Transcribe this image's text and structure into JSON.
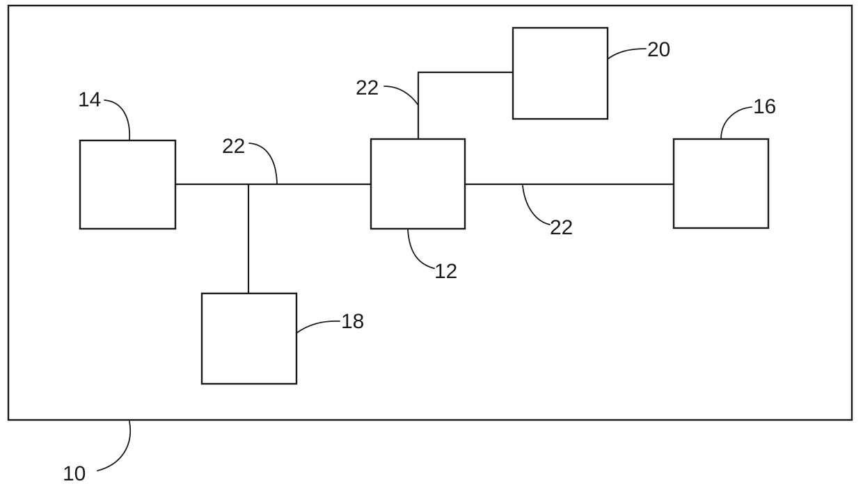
{
  "diagram": {
    "labels": {
      "system": "10",
      "central_box": "12",
      "left_box": "14",
      "right_box": "16",
      "bottom_box": "18",
      "top_box": "20",
      "link_left": "22",
      "link_top": "22",
      "link_right": "22"
    },
    "line_color": "#1a1a1a",
    "background_color": "#ffffff"
  }
}
